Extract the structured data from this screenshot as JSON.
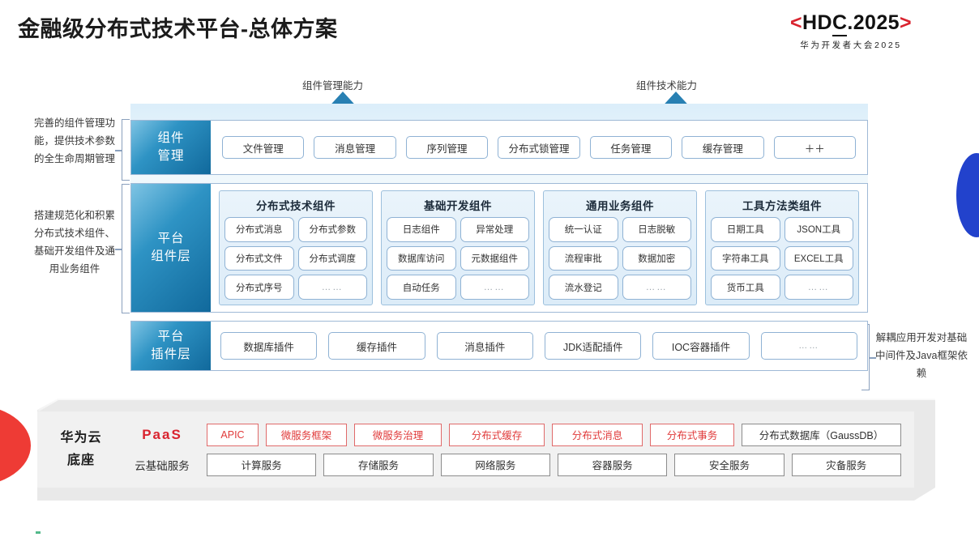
{
  "header": {
    "title": "金融级分布式技术平台-总体方案",
    "logo_open_bracket": "<",
    "logo_text_a": "HD",
    "logo_text_b": "C",
    "logo_text_c": ".2025",
    "logo_close_bracket": ">",
    "logo_subtitle": "华为开发者大会2025"
  },
  "arrows": [
    {
      "label": "组件管理能力"
    },
    {
      "label": "组件技术能力"
    }
  ],
  "notes": {
    "left_1": "完善的组件管理功能，提供技术参数的全生命周期管理",
    "left_2": "搭建规范化和积累分布式技术组件、基础开发组件及通用业务组件",
    "right_1": "解耦应用开发对基础中间件及Java框架依赖"
  },
  "layers": {
    "component_mgmt": {
      "tag_line1": "组件",
      "tag_line2": "管理",
      "items": [
        "文件管理",
        "消息管理",
        "序列管理",
        "分布式锁管理",
        "任务管理",
        "缓存管理",
        "＋＋"
      ]
    },
    "platform_component": {
      "tag_line1": "平台",
      "tag_line2": "组件层",
      "groups": [
        {
          "title": "分布式技术组件",
          "items": [
            "分布式消息",
            "分布式参数",
            "分布式文件",
            "分布式调度",
            "分布式序号",
            "……"
          ]
        },
        {
          "title": "基础开发组件",
          "items": [
            "日志组件",
            "异常处理",
            "数据库访问",
            "元数据组件",
            "自动任务",
            "……"
          ]
        },
        {
          "title": "通用业务组件",
          "items": [
            "统一认证",
            "日志脱敏",
            "流程审批",
            "数据加密",
            "流水登记",
            "……"
          ]
        },
        {
          "title": "工具方法类组件",
          "items": [
            "日期工具",
            "JSON工具",
            "字符串工具",
            "EXCEL工具",
            "货币工具",
            "……"
          ]
        }
      ]
    },
    "platform_plugin": {
      "tag_line1": "平台",
      "tag_line2": "插件层",
      "items": [
        "数据库插件",
        "缓存插件",
        "消息插件",
        "JDK适配插件",
        "IOC容器插件",
        "……"
      ]
    }
  },
  "cloud_base": {
    "title_line1": "华为云",
    "title_line2": "底座",
    "paas_label": "PaaS",
    "paas_items": [
      "APIC",
      "微服务框架",
      "微服务治理",
      "分布式缓存",
      "分布式消息",
      "分布式事务"
    ],
    "paas_gray_item": "分布式数据库（GaussDB）",
    "infra_label": "云基础服务",
    "infra_items": [
      "计算服务",
      "存储服务",
      "网络服务",
      "容器服务",
      "安全服务",
      "灾备服务"
    ]
  },
  "colors": {
    "brand_red": "#d9232e",
    "layer_blue": "#11699c",
    "accent_blue": "#2242cc"
  }
}
